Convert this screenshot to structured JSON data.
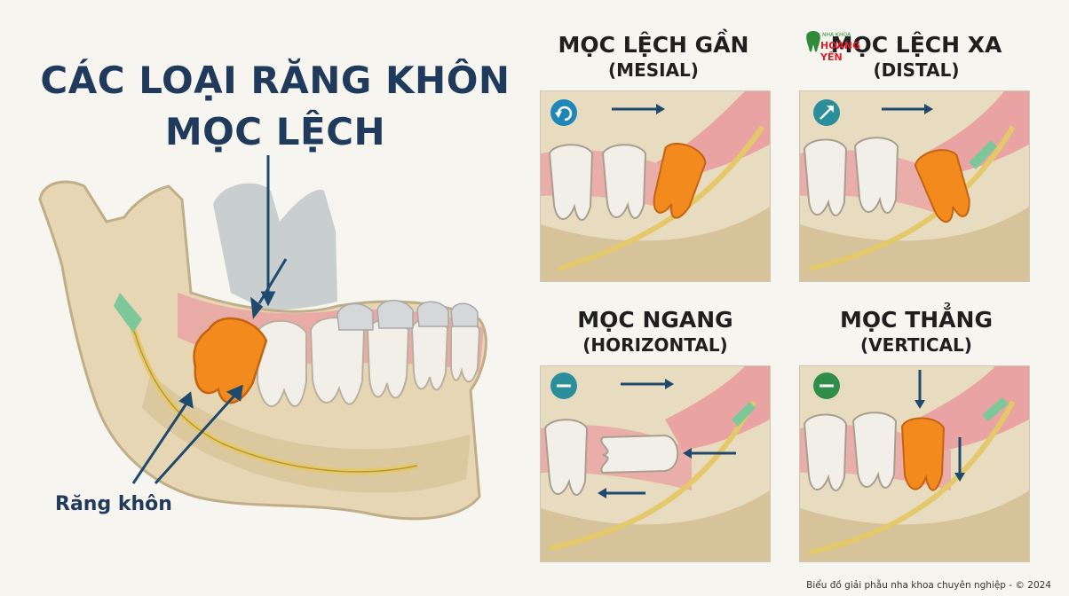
{
  "title": {
    "line1": "CÁC LOẠI RĂNG KHÔN",
    "line2": "MỌC LỆCH"
  },
  "label_wisdom": "Răng khôn",
  "panels": [
    {
      "title": "MỌC LỆCH GẦN",
      "subtitle": "(MESIAL)",
      "icon": "rotate-ccw-icon"
    },
    {
      "title": "MỌC LỆCH XA",
      "subtitle": "(DISTAL)",
      "icon": "arrow-up-right-icon"
    },
    {
      "title": "MỌC NGANG",
      "subtitle": "(HORIZONTAL)",
      "icon": "minus-icon"
    },
    {
      "title": "MỌC THẲNG",
      "subtitle": "(VERTICAL)",
      "icon": "minus-icon"
    }
  ],
  "logo": {
    "brand": "HOÀNG YẾN",
    "tagline": "NHA KHOA"
  },
  "footer": "Biểu đồ giải phẫu nha khoa chuyên nghiệp - © 2024",
  "colors": {
    "title": "#1f3a5a",
    "arrow": "#1f4a6e",
    "wisdom_tooth": "#f28a1e",
    "bone": "#e8dcc0",
    "gum": "#e9a3a3",
    "nerve": "#e3c96a",
    "icon_blue": "#1f86b8",
    "icon_teal": "#2a8f9a",
    "icon_green": "#2f8f4a"
  }
}
